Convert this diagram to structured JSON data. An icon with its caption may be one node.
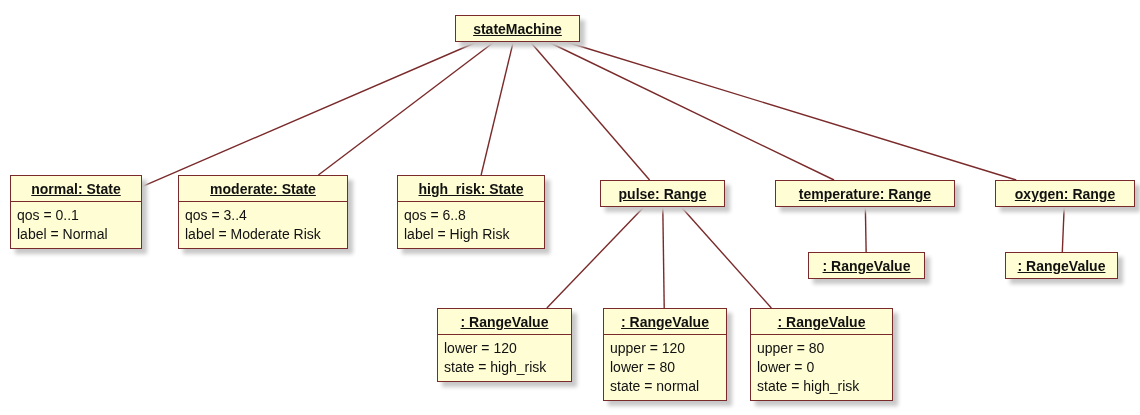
{
  "diagram": {
    "nodes": [
      {
        "text": [
          "stateMachine"
        ]
      },
      {
        "text": [
          "normal: State",
          "qos = 0..1",
          "label = Normal"
        ]
      },
      {
        "text": [
          "moderate: State",
          "qos = 3..4",
          "label = Moderate Risk"
        ]
      },
      {
        "text": [
          "high_risk: State",
          "qos = 6..8",
          "label = High Risk"
        ]
      },
      {
        "text": [
          "pulse: Range"
        ]
      },
      {
        "text": [
          "temperature: Range"
        ]
      },
      {
        "text": [
          "oxygen: Range"
        ]
      },
      {
        "text": [
          ": RangeValue"
        ]
      },
      {
        "text": [
          ": RangeValue"
        ]
      },
      {
        "text": [
          ": RangeValue",
          "lower = 120",
          "state = high_risk"
        ]
      },
      {
        "text": [
          ": RangeValue",
          "upper = 120",
          "lower = 80",
          "state = normal"
        ]
      },
      {
        "text": [
          ": RangeValue",
          "upper = 80",
          "lower = 0",
          "state = high_risk"
        ]
      }
    ],
    "edges": [
      {
        "from": 0,
        "to": 1,
        "arrow": "none"
      },
      {
        "from": 0,
        "to": 2,
        "arrow": "none"
      },
      {
        "from": 0,
        "to": 3,
        "arrow": "none"
      },
      {
        "from": 0,
        "to": 4,
        "arrow": "none"
      },
      {
        "from": 0,
        "to": 5,
        "arrow": "none"
      },
      {
        "from": 0,
        "to": 6,
        "arrow": "none"
      },
      {
        "from": 5,
        "to": 7,
        "arrow": "none"
      },
      {
        "from": 6,
        "to": 8,
        "arrow": "none"
      },
      {
        "from": 4,
        "to": 9,
        "arrow": "none"
      },
      {
        "from": 4,
        "to": 10,
        "arrow": "none"
      },
      {
        "from": 4,
        "to": 11,
        "arrow": "none"
      }
    ]
  }
}
